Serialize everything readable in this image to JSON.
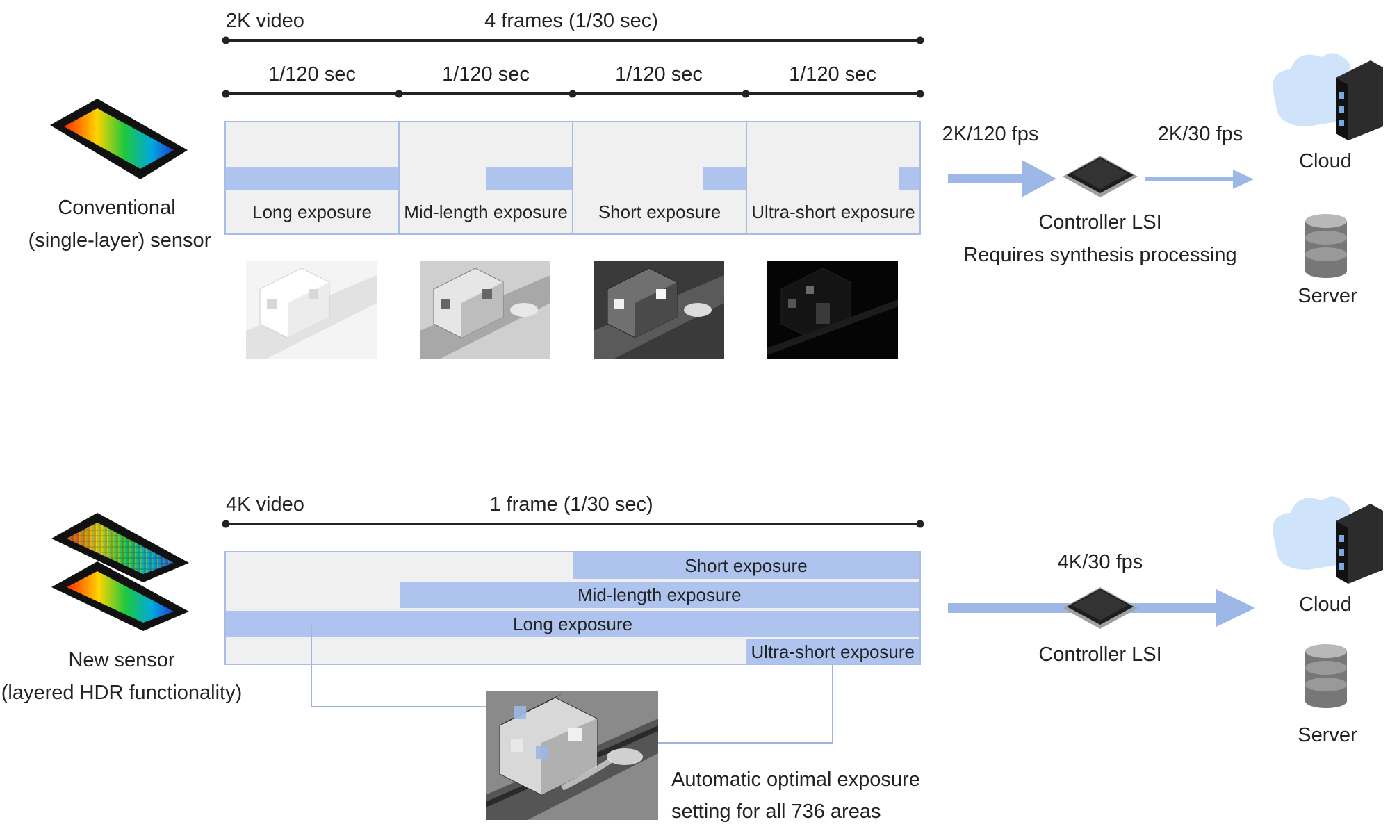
{
  "conventional": {
    "sensor_label_1": "Conventional",
    "sensor_label_2": "(single-layer) sensor",
    "video_label": "2K video",
    "frames_label": "4 frames (1/30 sec)",
    "segments": [
      {
        "time": "1/120 sec",
        "exposure": "Long exposure",
        "exposure_fraction": 1.0
      },
      {
        "time": "1/120 sec",
        "exposure": "Mid-length exposure",
        "exposure_fraction": 0.5
      },
      {
        "time": "1/120 sec",
        "exposure": "Short exposure",
        "exposure_fraction": 0.25
      },
      {
        "time": "1/120 sec",
        "exposure": "Ultra-short exposure",
        "exposure_fraction": 0.12
      }
    ],
    "rate_in": "2K/120 fps",
    "rate_out": "2K/30 fps",
    "controller_label": "Controller LSI",
    "controller_note": "Requires synthesis processing",
    "cloud_label": "Cloud",
    "server_label": "Server"
  },
  "new": {
    "sensor_label_1": "New sensor",
    "sensor_label_2": "(layered HDR functionality)",
    "video_label": "4K video",
    "frame_label": "1 frame (1/30 sec)",
    "exposures": [
      {
        "label": "Short exposure",
        "fraction": 0.5
      },
      {
        "label": "Mid-length exposure",
        "fraction": 0.75
      },
      {
        "label": "Long exposure",
        "fraction": 1.0
      },
      {
        "label": "Ultra-short exposure",
        "fraction": 0.25
      }
    ],
    "rate": "4K/30 fps",
    "controller_label": "Controller LSI",
    "auto_note_1": "Automatic optimal exposure",
    "auto_note_2": "setting for all 736 areas",
    "cloud_label": "Cloud",
    "server_label": "Server"
  },
  "colors": {
    "bar": "#aec4ee",
    "panel": "#f0f0f0",
    "border": "#a8bde6",
    "arrow": "#9db8e6"
  }
}
